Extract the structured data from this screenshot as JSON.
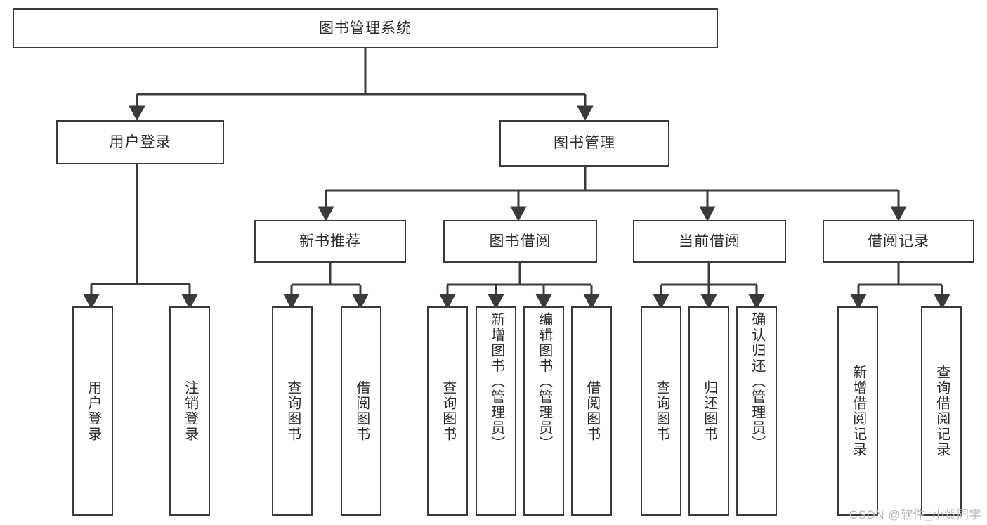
{
  "diagram": {
    "title": "图书管理系统",
    "watermark": "CSDN @软件_小贺同学",
    "line_color": "#3a3a3a",
    "text_color": "#2b2b2b",
    "background": "#ffffff",
    "root": {
      "label": "图书管理系统"
    },
    "level1": [
      {
        "label": "用户登录"
      },
      {
        "label": "图书管理"
      }
    ],
    "level2": [
      {
        "label": "新书推荐"
      },
      {
        "label": "图书借阅"
      },
      {
        "label": "当前借阅"
      },
      {
        "label": "借阅记录"
      }
    ],
    "leaves": [
      {
        "label": "用户登录",
        "parent": "用户登录"
      },
      {
        "label": "注销登录",
        "parent": "用户登录"
      },
      {
        "label": "查询图书",
        "parent": "新书推荐"
      },
      {
        "label": "借阅图书",
        "parent": "新书推荐"
      },
      {
        "label": "查询图书",
        "parent": "图书借阅"
      },
      {
        "label": "新增图书（管理员）",
        "parent": "图书借阅"
      },
      {
        "label": "编辑图书（管理员）",
        "parent": "图书借阅"
      },
      {
        "label": "借阅图书",
        "parent": "图书借阅"
      },
      {
        "label": "查询图书",
        "parent": "当前借阅"
      },
      {
        "label": "归还图书",
        "parent": "当前借阅"
      },
      {
        "label": "确认归还（管理员）",
        "parent": "当前借阅"
      },
      {
        "label": "新增借阅记录",
        "parent": "借阅记录"
      },
      {
        "label": "查询借阅记录",
        "parent": "借阅记录"
      }
    ]
  }
}
